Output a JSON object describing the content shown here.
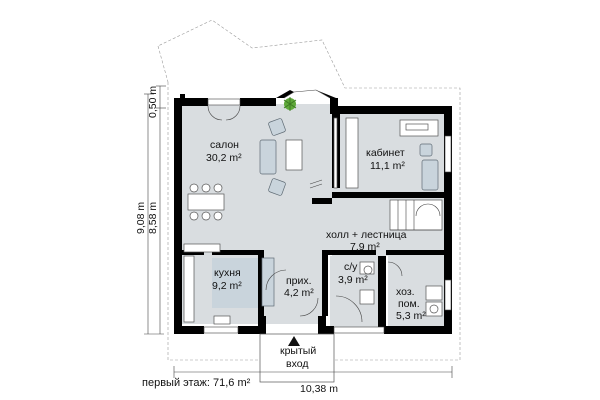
{
  "colors": {
    "background": "#ffffff",
    "floor_light": "#d9dde0",
    "floor_blue": "#c9d4dc",
    "wall": "#000000",
    "plant": "#5fa83a"
  },
  "rooms": {
    "salon": {
      "name": "салон",
      "area": "30,2 m²"
    },
    "office": {
      "name": "кабинет",
      "area": "11,1 m²"
    },
    "hall": {
      "name": "холл + лестница",
      "area": "7,9 m²"
    },
    "kitchen": {
      "name": "кухня",
      "area": "9,2 m²"
    },
    "entry": {
      "name": "прих.",
      "area": "4,2 m²"
    },
    "wc": {
      "name": "с/у",
      "area": "3,9 m²"
    },
    "utility": {
      "name_line1": "хоз.",
      "name_line2": "пом.",
      "area": "5,3 m²"
    }
  },
  "entrance": {
    "line1": "крытый",
    "line2": "вход"
  },
  "dimensions": {
    "overall_height": "9,08 m",
    "inner_height": "8,58 m",
    "top_offset": "0,50 m",
    "width": "10,38 m"
  },
  "summary": "первый этаж: 71,6 m²",
  "icons": {
    "entry_arrow": "triangle-up",
    "plant": "plant-icon"
  }
}
